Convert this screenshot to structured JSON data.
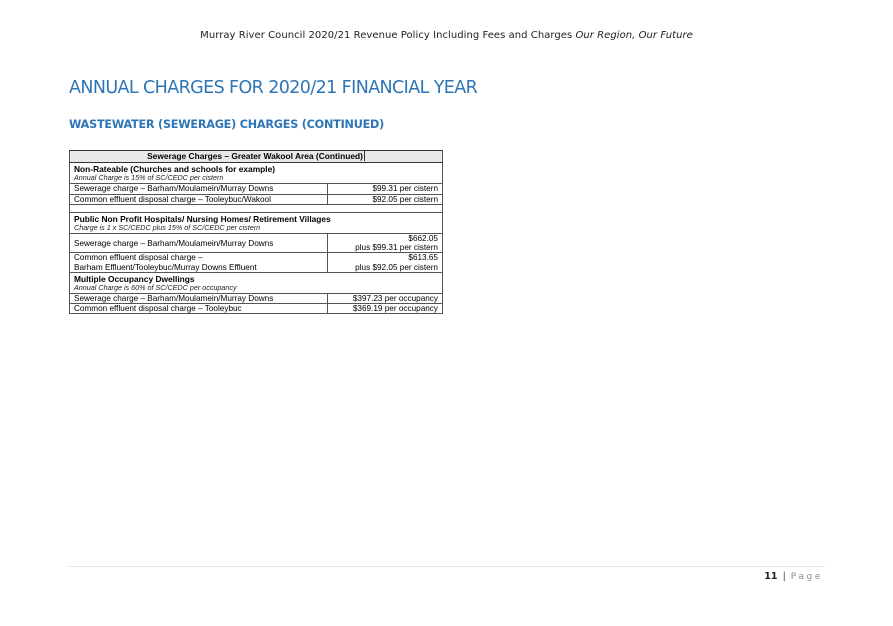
{
  "header": {
    "text": "Murray River Council 2020/21 Revenue Policy Including Fees and Charges",
    "tagline": "Our Region, Our Future"
  },
  "title": "ANNUAL CHARGES FOR 2020/21 FINANCIAL YEAR",
  "subtitle": "WASTEWATER (SEWERAGE) CHARGES (CONTINUED)",
  "colors": {
    "heading": "#2e75b6",
    "table_header_bg": "#e8e8e8"
  },
  "table": {
    "header": "Sewerage Charges – Greater Wakool Area (Continued)",
    "sections": [
      {
        "title": "Non-Rateable (Churches and schools for example)",
        "note": "Annual Charge is 15% of SC/CEDC per cistern",
        "rows": [
          {
            "description": "Sewerage charge – Barham/Moulamein/Murray Downs",
            "value": "$99.31 per cistern"
          },
          {
            "description": "Common effluent disposal charge – Tooleybuc/Wakool",
            "value": "$92.05 per cistern"
          }
        ]
      },
      {
        "title": "Public Non Profit Hospitals/ Nursing Homes/ Retirement Villages",
        "note": "Charge is 1 x SC/CEDC plus 15% of SC/CEDC per cistern",
        "rows": [
          {
            "description": "Sewerage charge – Barham/Moulamein/Murray Downs",
            "value_line1": "$662.05",
            "value_line2": "plus $99.31 per cistern"
          },
          {
            "description_line1": "Common effluent disposal charge –",
            "description_line2": "Barham Effluent/Tooleybuc/Murray Downs Effluent",
            "value_line1": "$613.65",
            "value_line2": "plus $92.05 per cistern"
          }
        ]
      },
      {
        "title": "Multiple Occupancy Dwellings",
        "note": "Annual Charge is 60% of SC/CEDC per occupancy",
        "rows": [
          {
            "description": "Sewerage charge – Barham/Moulamein/Murray Downs",
            "value": "$397.23 per occupancy"
          },
          {
            "description": "Common effluent disposal charge – Tooleybuc",
            "value": "$369.19 per occupancy"
          }
        ]
      }
    ]
  },
  "footer": {
    "page_number": "11",
    "separator": "|",
    "page_label": "Page"
  }
}
